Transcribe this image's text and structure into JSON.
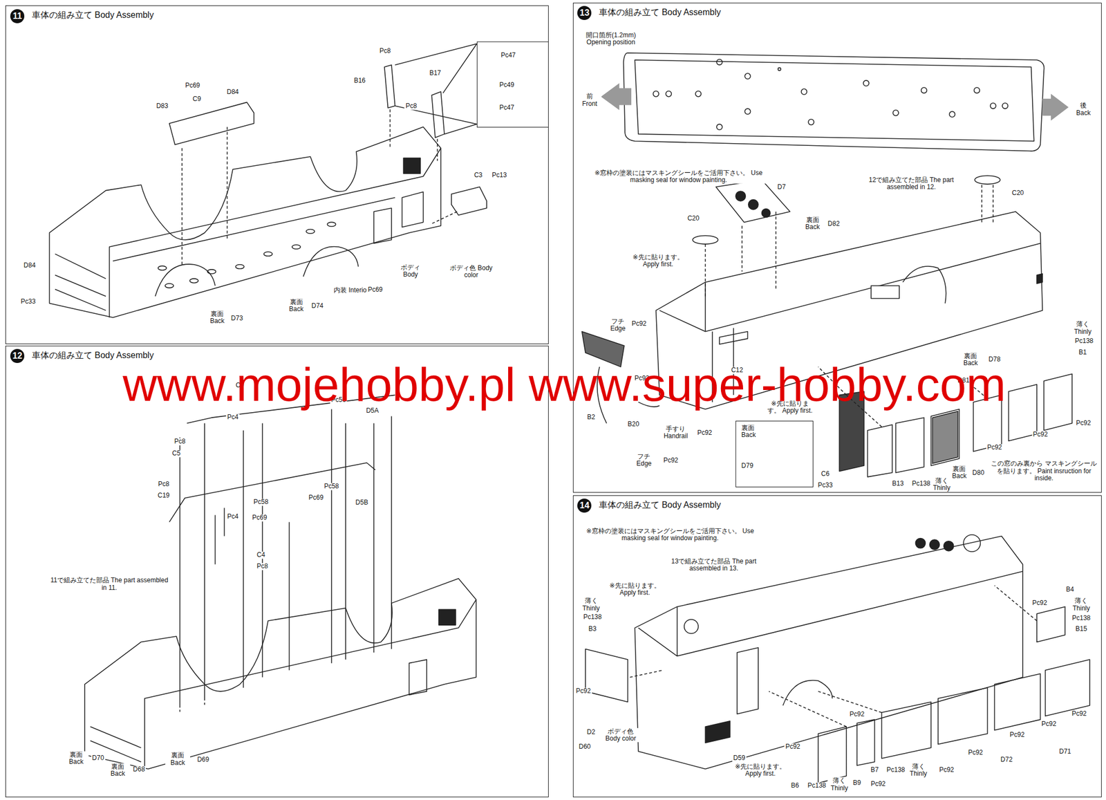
{
  "diagram": {
    "nodes": [
      {
        "text": [
          "11",
          "車体の組み立て Body Assembly"
        ]
      },
      {
        "text": [
          "Pc47",
          "Pc49",
          "Pc47"
        ],
        "in": 0
      },
      {
        "text": [
          "12",
          "車体の組み立て Body Assembly"
        ]
      },
      {
        "text": [
          "13",
          "車体の組み立て Body Assembly"
        ]
      },
      {
        "text": [
          "裏面 Back",
          "D79"
        ],
        "in": 3
      },
      {
        "text": [
          "14",
          "車体の組み立て Body Assembly"
        ]
      }
    ],
    "labels": [
      "Pc8",
      "B16",
      "B17",
      "Pc8",
      "C3",
      "Pc13",
      "Pc69",
      "C9",
      "D84",
      "D83",
      "D84",
      "Pc33",
      "ボディ Body",
      "ボディ色 Body color",
      "内装 Interior",
      "Pc69",
      "裏面 Back",
      "D74",
      "裏面 Back",
      "D73",
      "C9",
      "Pc56",
      "D5A",
      "Pc4",
      "Pc8",
      "C5",
      "Pc8",
      "C19",
      "Pc58",
      "Pc58",
      "Pc69",
      "D5B",
      "Pc4",
      "Pc69",
      "C4",
      "Pc8",
      "11で組み立てた部品 The part assembled in 11.",
      "裏面 Back",
      "D70",
      "裏面 Back",
      "D68",
      "裏面 Back",
      "D69",
      "開口箇所(1.2mm) Opening position",
      "前 Front",
      "後 Back",
      "※窓枠の塗装にはマスキングシールをご活用下さい。 Use masking seal for window painting.",
      "D7",
      "12で組み立てた部品 The part assembled in 12.",
      "C20",
      "C20",
      "裏面 Back",
      "D82",
      "※先に貼ります。 Apply first.",
      "フチ Edge",
      "Pc92",
      "Pc92",
      "B2",
      "B20",
      "C12",
      "手すり Handrail",
      "Pc92",
      "フチ Edge",
      "Pc92",
      "※先に貼ります。 Apply first.",
      "C6",
      "Pc33",
      "B13",
      "Pc138",
      "薄く Thinly",
      "裏面 Back",
      "D80",
      "この窓のみ裏から マスキングシールを貼ります。 Paint insruction for inside.",
      "Pc92",
      "Pc92",
      "Pc92",
      "薄く Thinly",
      "Pc138",
      "B1",
      "裏面 Back",
      "D78",
      "D81",
      "※窓枠の塗装にはマスキングシールをご活用下さい。 Use masking seal for window painting.",
      "13で組み立てた部品 The part assembled in 13.",
      "※先に貼ります。 Apply first.",
      "薄く Thinly",
      "Pc138",
      "B3",
      "Pc92",
      "D2",
      "ボディ色 Body color",
      "D60",
      "D59",
      "※先に貼ります。 Apply first.",
      "B6",
      "Pc138",
      "薄く Thinly",
      "B9",
      "B7",
      "Pc138",
      "薄く Thinly",
      "Pc92",
      "Pc92",
      "Pc92",
      "Pc92",
      "Pc92",
      "D72",
      "D71",
      "Pc92",
      "Pc92",
      "Pc92",
      "B4",
      "Pc92",
      "薄く Thinly",
      "Pc138",
      "B15",
      "www.mojehobby.pl www.super-hobby.com"
    ]
  }
}
